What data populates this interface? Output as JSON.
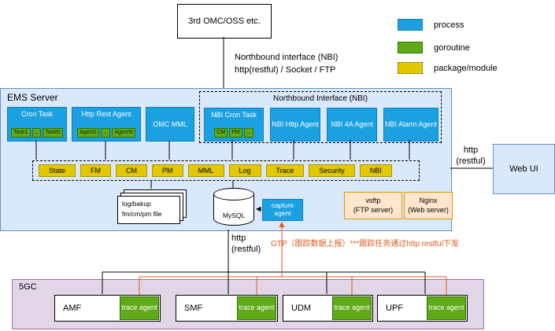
{
  "top_box": {
    "label": "3rd OMC/OSS etc."
  },
  "nbi_link": {
    "line1": "Northbound interface (NBI)",
    "line2": "http(restful) / Socket / FTP"
  },
  "legend": {
    "items": [
      {
        "label": "process",
        "color": "#1ba1e2"
      },
      {
        "label": "goroutine",
        "color": "#60a917"
      },
      {
        "label": "package/module",
        "color": "#e3c800"
      }
    ]
  },
  "ems": {
    "title": "EMS Server",
    "cron_task": {
      "title": "Cron Task",
      "tasks": [
        "Task1",
        "...",
        "TaskN"
      ]
    },
    "http_rest_agent": {
      "title": "Http Rest Agent",
      "agents": [
        "Agent1",
        "...",
        "AgentN"
      ]
    },
    "omc_mml": {
      "title": "OMC MML"
    },
    "nbi": {
      "title": "Northbound Interface (NBI)",
      "cron_task": {
        "title": "NBI Cron Task",
        "children": [
          "CM",
          "PM",
          "..."
        ]
      },
      "http_agent": {
        "title": "NBI Http Agent"
      },
      "a4_agent": {
        "title": "NBI 4A Agent"
      },
      "alarm_agent": {
        "title": "NBI Alarm Agent"
      }
    },
    "modules": [
      "State",
      "FM",
      "CM",
      "PM",
      "MML",
      "Log",
      "Trace",
      "Security",
      "NBI"
    ],
    "file_store": {
      "line1": "log/bakup",
      "line2": "fm/cm/pm file"
    },
    "database": {
      "label": "MySQL"
    },
    "capture_agent": {
      "label": "capture agent"
    },
    "vsftp": {
      "line1": "vsftp",
      "line2": "(FTP server)"
    },
    "nginx": {
      "line1": "Nginx",
      "line2": "(Web server)"
    }
  },
  "web_ui": {
    "label": "Web UI"
  },
  "http_right": {
    "line1": "http",
    "line2": "(restful)"
  },
  "http_bottom": {
    "line1": "http",
    "line2": "(restful)"
  },
  "gtp_note": "GTP（跟踪数据上报）***跟踪任务通过http restful下发",
  "fivegc": {
    "title": "5GC",
    "nodes": [
      {
        "name": "AMF",
        "agent": "trace agent"
      },
      {
        "name": "SMF",
        "agent": "trace agent"
      },
      {
        "name": "UDM",
        "agent": "trace agent"
      },
      {
        "name": "UPF",
        "agent": "trace agent"
      }
    ]
  },
  "wire_colors": {
    "default": "#000000",
    "gtp": "#e05a1e"
  }
}
